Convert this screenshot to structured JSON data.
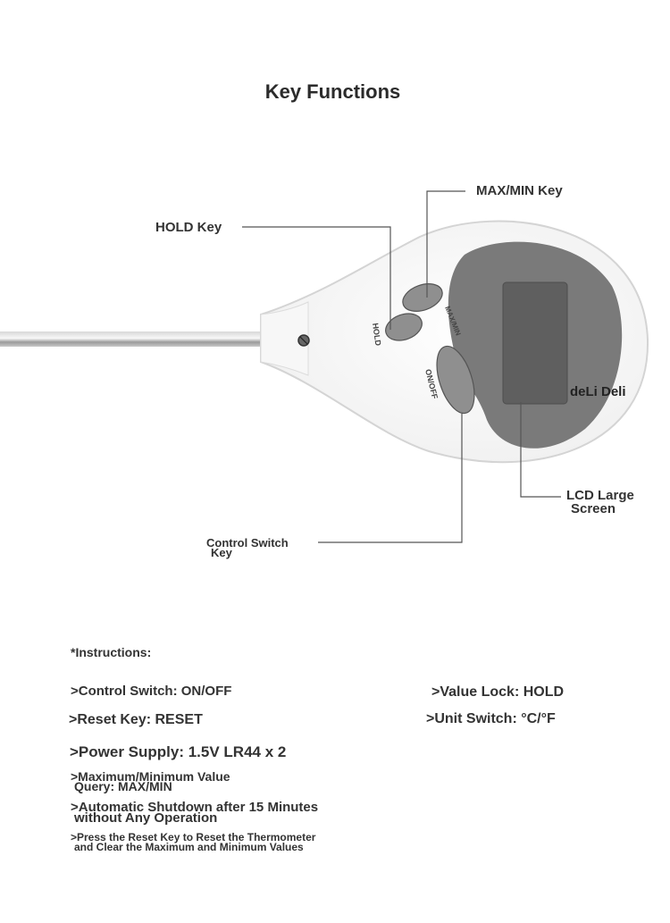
{
  "title": "Key Functions",
  "callouts": {
    "hold": "HOLD Key",
    "maxmin": "MAX/MIN Key",
    "lcd_line1": "LCD Large",
    "lcd_line2": "Screen",
    "control_line1": "Control Switch",
    "control_line2": "Key"
  },
  "device": {
    "hold_label": "HOLD",
    "maxmin_label": "MAX/MIN",
    "onoff_label": "ON/OFF",
    "brand": "deLi Deli",
    "body_color": "#f4f4f4",
    "key_color": "#8f8f8f",
    "lcd_color": "#6e6e6e"
  },
  "instructions": {
    "heading": "*Instructions:",
    "control_switch": ">Control Switch: ON/OFF",
    "value_lock": ">Value Lock: HOLD",
    "reset_key": ">Reset Key: RESET",
    "unit_switch": ">Unit Switch: °C/°F",
    "power_supply": ">Power Supply: 1.5V LR44 x 2",
    "maxmin_line1": ">Maximum/Minimum Value",
    "maxmin_line2": "Query: MAX/MIN",
    "auto_line1": ">Automatic Shutdown after 15 Minutes",
    "auto_line2": "without Any Operation",
    "press_line1": ">Press the Reset Key to Reset the Thermometer",
    "press_line2": "and Clear the Maximum and Minimum Values"
  }
}
